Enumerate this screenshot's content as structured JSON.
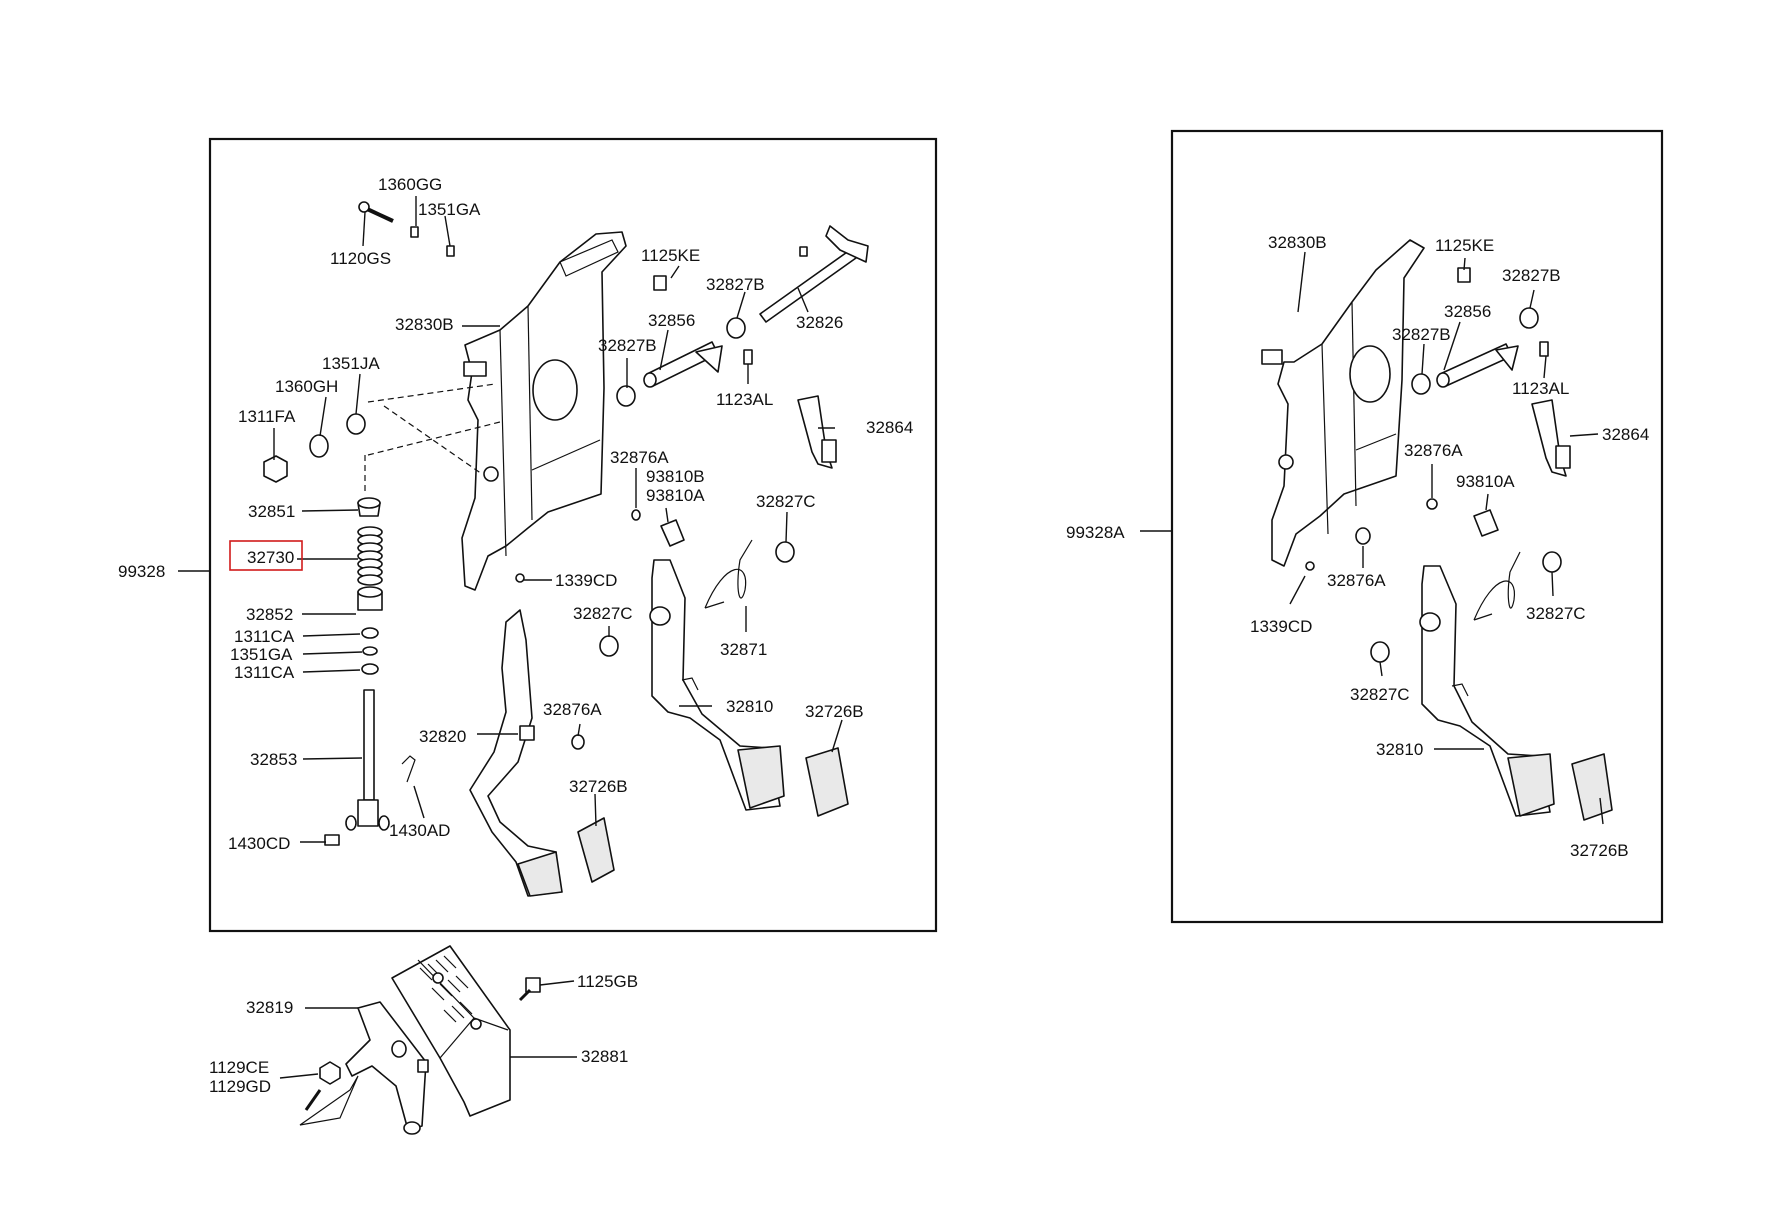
{
  "labels": {
    "l_1360GG": "1360GG",
    "l_1351GA_top": "1351GA",
    "l_1120GS": "1120GS",
    "l_1125KE_left": "1125KE",
    "l_32827B_left_top": "32827B",
    "l_32856_left": "32856",
    "l_32826": "32826",
    "l_32830B_left": "32830B",
    "l_32827B_left_mid": "32827B",
    "l_1351JA": "1351JA",
    "l_1360GH": "1360GH",
    "l_1311FA": "1311FA",
    "l_1123AL_left": "1123AL",
    "l_32864_left": "32864",
    "l_32876A_left_top": "32876A",
    "l_93810B": "93810B",
    "l_93810A_left": "93810A",
    "l_32851": "32851",
    "l_32827C_left_top": "32827C",
    "l_32730": "32730",
    "l_99328": "99328",
    "l_1339CD_left": "1339CD",
    "l_32852": "32852",
    "l_32827C_left_mid": "32827C",
    "l_32871": "32871",
    "l_1311CA_a": "1311CA",
    "l_1351GA_mid": "1351GA",
    "l_1311CA_b": "1311CA",
    "l_32876A_left_bot": "32876A",
    "l_32810_left": "32810",
    "l_32726B_left_right": "32726B",
    "l_32820": "32820",
    "l_32853": "32853",
    "l_32726B_left_center": "32726B",
    "l_1430CD": "1430CD",
    "l_1430AD": "1430AD",
    "l_1125GB": "1125GB",
    "l_32819": "32819",
    "l_32881": "32881",
    "l_1129CE": "1129CE",
    "l_1129GD": "1129GD",
    "l_32830B_right": "32830B",
    "l_1125KE_right": "1125KE",
    "l_32827B_right_top": "32827B",
    "l_32856_right": "32856",
    "l_32827B_right_mid": "32827B",
    "l_1123AL_right": "1123AL",
    "l_32876A_right_top": "32876A",
    "l_32864_right": "32864",
    "l_93810A_right": "93810A",
    "l_99328A": "99328A",
    "l_32876A_right_mid": "32876A",
    "l_32827C_right_top": "32827C",
    "l_1339CD_right": "1339CD",
    "l_32827C_right_bot": "32827C",
    "l_32810_right": "32810",
    "l_32726B_right": "32726B"
  },
  "highlight": {
    "part": "32730",
    "color": "#d11a1a"
  }
}
